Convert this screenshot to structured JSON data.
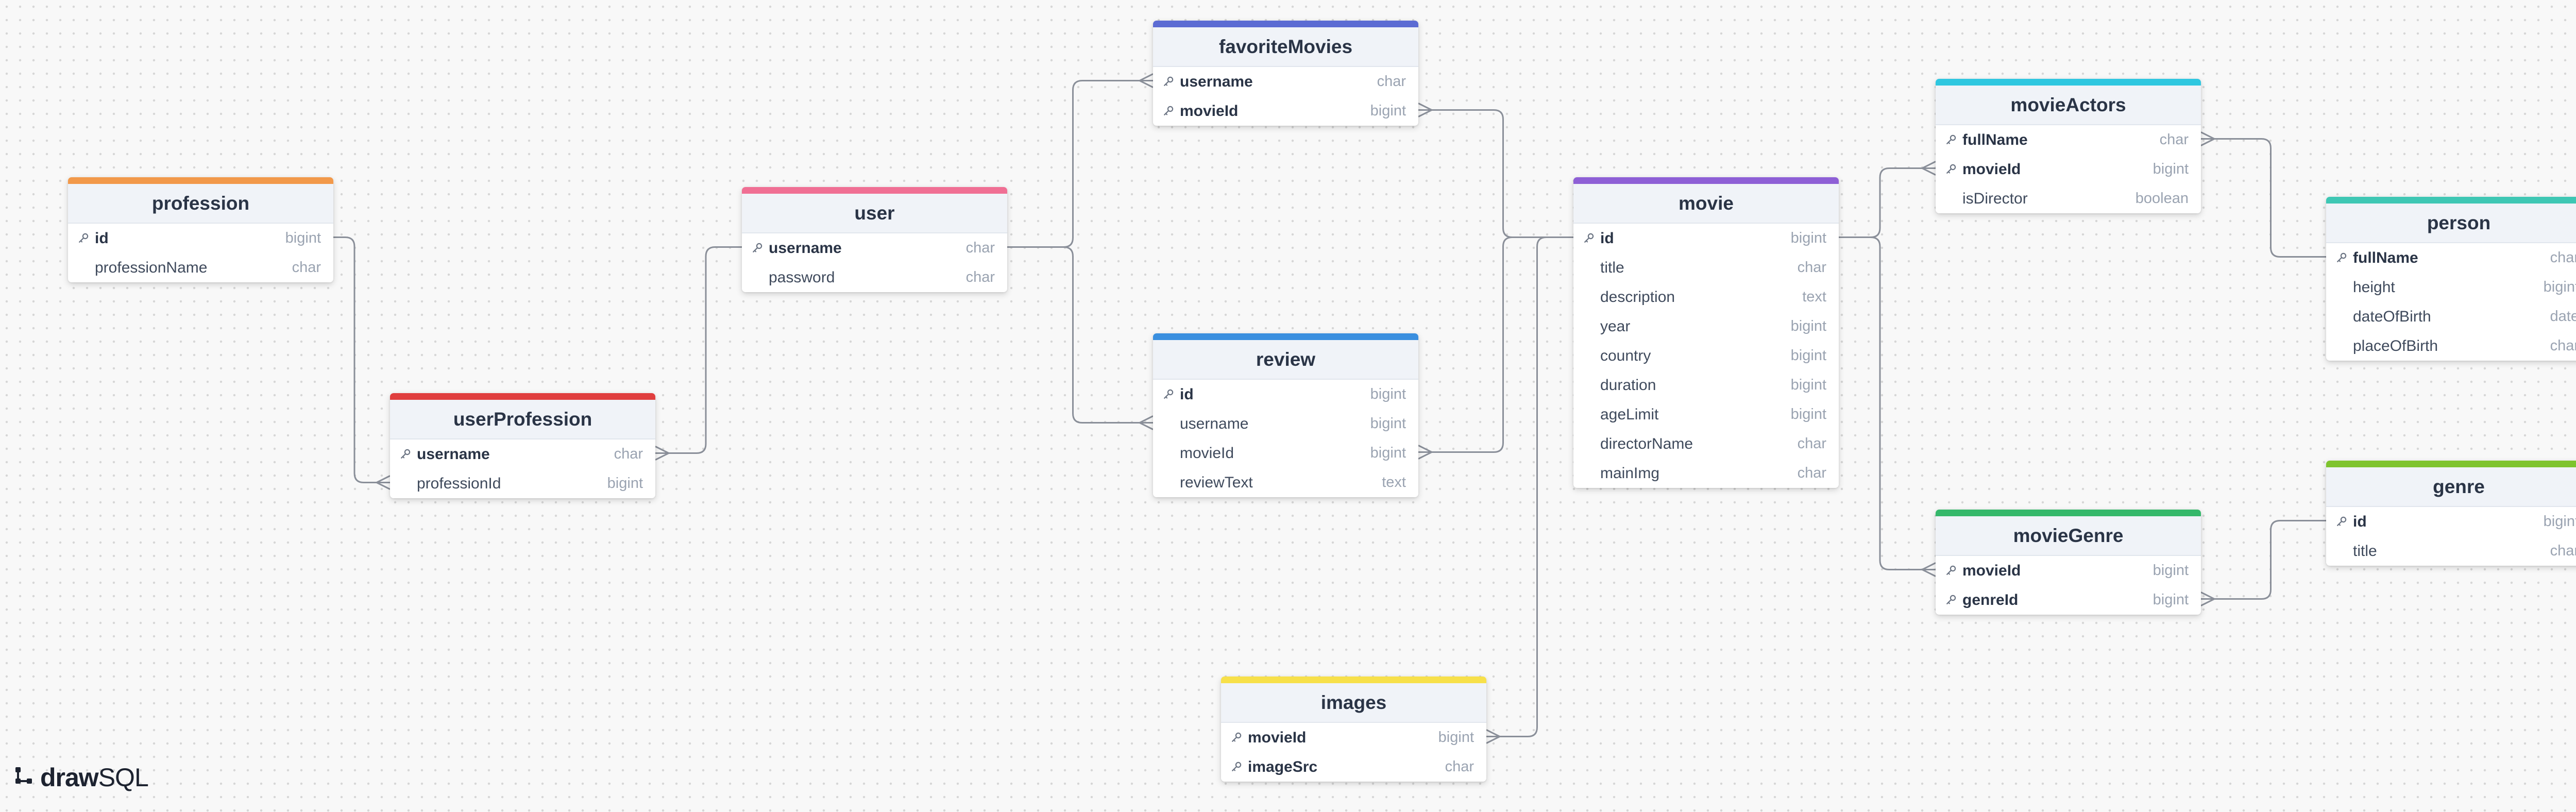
{
  "brand": {
    "name_bold": "draw",
    "name_regular": "SQL"
  },
  "tables": [
    {
      "key": "profession",
      "name": "profession",
      "color": "#f2994a",
      "columns": [
        {
          "name": "id",
          "type": "bigint",
          "pk": true
        },
        {
          "name": "professionName",
          "type": "char",
          "pk": false
        }
      ]
    },
    {
      "key": "userProfession",
      "name": "userProfession",
      "color": "#e03e3e",
      "columns": [
        {
          "name": "username",
          "type": "char",
          "pk": true
        },
        {
          "name": "professionId",
          "type": "bigint",
          "pk": false
        }
      ]
    },
    {
      "key": "user",
      "name": "user",
      "color": "#f06f94",
      "columns": [
        {
          "name": "username",
          "type": "char",
          "pk": true
        },
        {
          "name": "password",
          "type": "char",
          "pk": false
        }
      ]
    },
    {
      "key": "favoriteMovies",
      "name": "favoriteMovies",
      "color": "#5b6bd3",
      "columns": [
        {
          "name": "username",
          "type": "char",
          "pk": true
        },
        {
          "name": "movieId",
          "type": "bigint",
          "pk": true
        }
      ]
    },
    {
      "key": "review",
      "name": "review",
      "color": "#3a8fdf",
      "columns": [
        {
          "name": "id",
          "type": "bigint",
          "pk": true
        },
        {
          "name": "username",
          "type": "bigint",
          "pk": false
        },
        {
          "name": "movieId",
          "type": "bigint",
          "pk": false
        },
        {
          "name": "reviewText",
          "type": "text",
          "pk": false
        }
      ]
    },
    {
      "key": "images",
      "name": "images",
      "color": "#f7e04a",
      "columns": [
        {
          "name": "movieId",
          "type": "bigint",
          "pk": true
        },
        {
          "name": "imageSrc",
          "type": "char",
          "pk": true
        }
      ]
    },
    {
      "key": "movie",
      "name": "movie",
      "color": "#8e5fd6",
      "columns": [
        {
          "name": "id",
          "type": "bigint",
          "pk": true
        },
        {
          "name": "title",
          "type": "char",
          "pk": false
        },
        {
          "name": "description",
          "type": "text",
          "pk": false
        },
        {
          "name": "year",
          "type": "bigint",
          "pk": false
        },
        {
          "name": "country",
          "type": "bigint",
          "pk": false
        },
        {
          "name": "duration",
          "type": "bigint",
          "pk": false
        },
        {
          "name": "ageLimit",
          "type": "bigint",
          "pk": false
        },
        {
          "name": "directorName",
          "type": "char",
          "pk": false
        },
        {
          "name": "mainImg",
          "type": "char",
          "pk": false
        }
      ]
    },
    {
      "key": "movieActors",
      "name": "movieActors",
      "color": "#2ec7e0",
      "columns": [
        {
          "name": "fullName",
          "type": "char",
          "pk": true
        },
        {
          "name": "movieId",
          "type": "bigint",
          "pk": true
        },
        {
          "name": "isDirector",
          "type": "boolean",
          "pk": false
        }
      ]
    },
    {
      "key": "movieGenre",
      "name": "movieGenre",
      "color": "#35b86b",
      "columns": [
        {
          "name": "movieId",
          "type": "bigint",
          "pk": true
        },
        {
          "name": "genreId",
          "type": "bigint",
          "pk": true
        }
      ]
    },
    {
      "key": "person",
      "name": "person",
      "color": "#3ec7b4",
      "columns": [
        {
          "name": "fullName",
          "type": "char",
          "pk": true
        },
        {
          "name": "height",
          "type": "bigint",
          "pk": false
        },
        {
          "name": "dateOfBirth",
          "type": "date",
          "pk": false
        },
        {
          "name": "placeOfBirth",
          "type": "char",
          "pk": false
        }
      ]
    },
    {
      "key": "genre",
      "name": "genre",
      "color": "#7ec42e",
      "columns": [
        {
          "name": "id",
          "type": "bigint",
          "pk": true
        },
        {
          "name": "title",
          "type": "char",
          "pk": false
        }
      ]
    }
  ],
  "relationships": [
    {
      "from": [
        "profession",
        0
      ],
      "to": [
        "userProfession",
        1
      ]
    },
    {
      "from": [
        "user",
        0
      ],
      "to": [
        "userProfession",
        0
      ]
    },
    {
      "from": [
        "user",
        0
      ],
      "to": [
        "favoriteMovies",
        0
      ]
    },
    {
      "from": [
        "user",
        0
      ],
      "to": [
        "review",
        1
      ]
    },
    {
      "from": [
        "movie",
        0
      ],
      "to": [
        "favoriteMovies",
        1
      ]
    },
    {
      "from": [
        "movie",
        0
      ],
      "to": [
        "review",
        2
      ]
    },
    {
      "from": [
        "movie",
        0
      ],
      "to": [
        "images",
        0
      ]
    },
    {
      "from": [
        "movie",
        0
      ],
      "to": [
        "movieActors",
        1
      ]
    },
    {
      "from": [
        "movie",
        0
      ],
      "to": [
        "movieGenre",
        0
      ]
    },
    {
      "from": [
        "person",
        0
      ],
      "to": [
        "movieActors",
        0
      ]
    },
    {
      "from": [
        "genre",
        0
      ],
      "to": [
        "movieGenre",
        1
      ]
    }
  ]
}
